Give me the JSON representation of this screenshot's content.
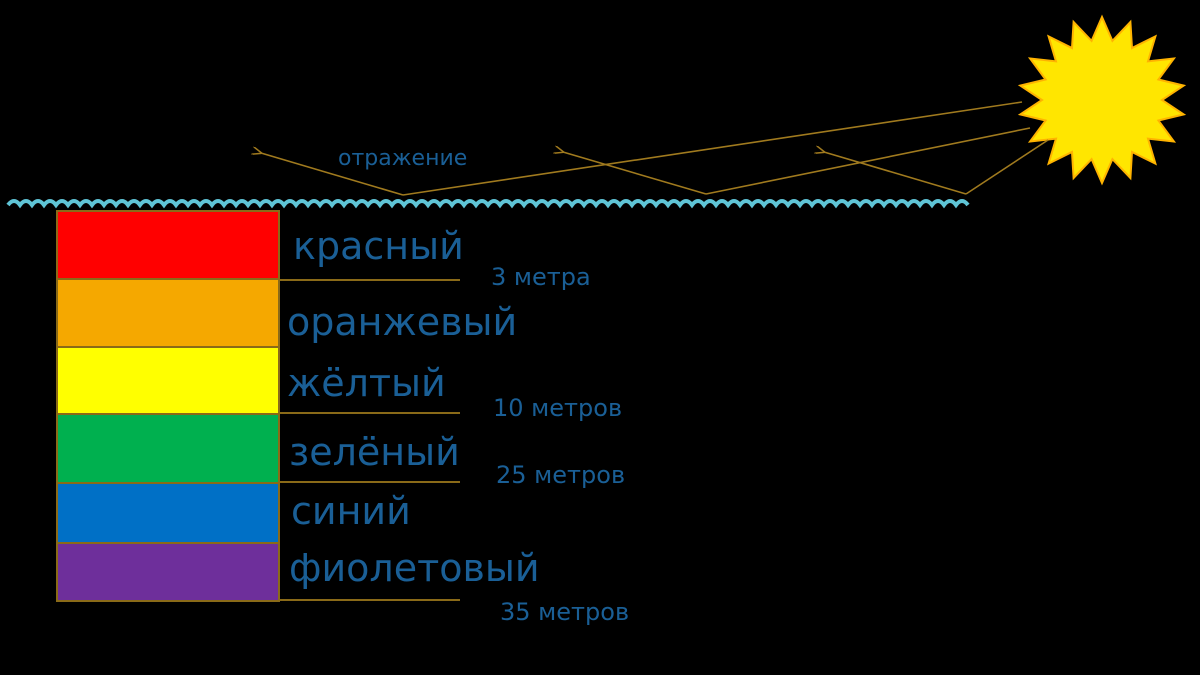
{
  "diagram": {
    "reflection_label": "отражение",
    "text_color": "#1a5f96",
    "water_color": "#5fc4d6",
    "ray_color": "#a07a1e",
    "sun_color": "#ffe600",
    "sun_edge_color": "#ffb300",
    "band_border_color": "#8a6a18",
    "bands": [
      {
        "name": "красный",
        "color": "#ff0000"
      },
      {
        "name": "оранжевый",
        "color": "#f5a800"
      },
      {
        "name": "жёлтый",
        "color": "#ffff00"
      },
      {
        "name": "зелёный",
        "color": "#00b04f"
      },
      {
        "name": "синий",
        "color": "#0070c6"
      },
      {
        "name": "фиолетовый",
        "color": "#6e2f9b"
      }
    ],
    "depths": [
      {
        "label": "3 метра"
      },
      {
        "label": "10 метров"
      },
      {
        "label": "25 метров"
      },
      {
        "label": "35 метров"
      }
    ]
  }
}
